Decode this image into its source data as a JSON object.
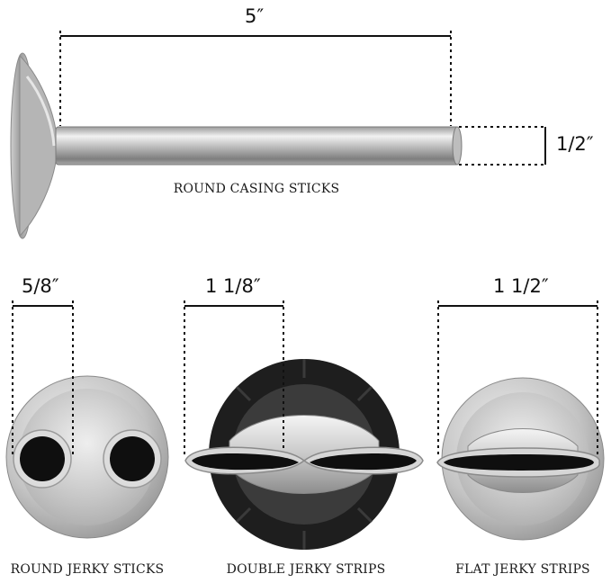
{
  "dimensions": {
    "length": "5″",
    "casing_diameter": "1/2″",
    "round_jerky": "5/8″",
    "double_jerky": "1 1/8″",
    "flat_jerky": "1 1/2″"
  },
  "captions": {
    "round_casing": "ROUND CASING STICKS",
    "round_jerky": "ROUND JERKY STICKS",
    "double_jerky": "DOUBLE JERKY STRIPS",
    "flat_jerky": "FLAT JERKY STRIPS"
  }
}
